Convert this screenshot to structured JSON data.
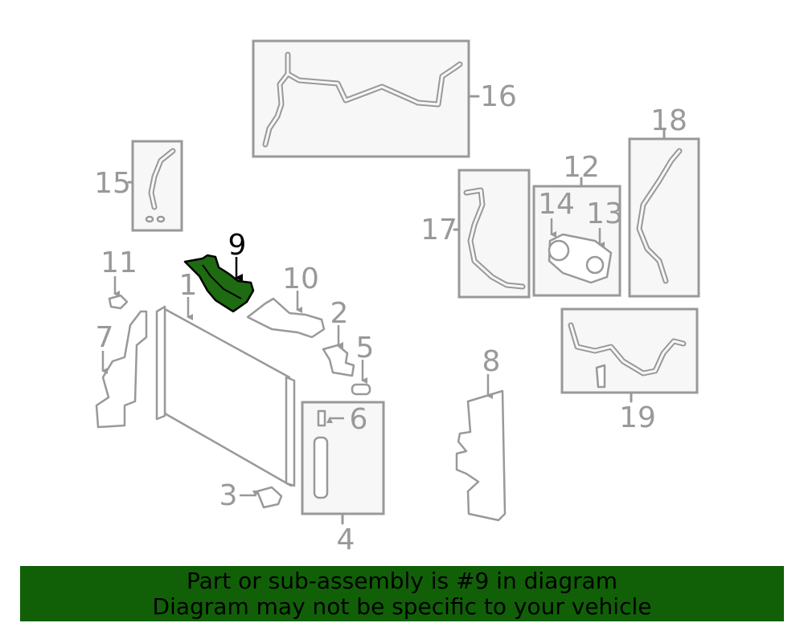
{
  "diagram": {
    "highlighted_part": "9",
    "highlight_color": "#1e6b12",
    "callouts": [
      "1",
      "2",
      "3",
      "4",
      "5",
      "6",
      "7",
      "8",
      "9",
      "10",
      "11",
      "12",
      "13",
      "14",
      "15",
      "16",
      "17",
      "18",
      "19"
    ]
  },
  "banner": {
    "line1": "Part or sub-assembly is #9 in diagram",
    "line2": "Diagram may not be specific to your vehicle",
    "background": "#116008"
  }
}
